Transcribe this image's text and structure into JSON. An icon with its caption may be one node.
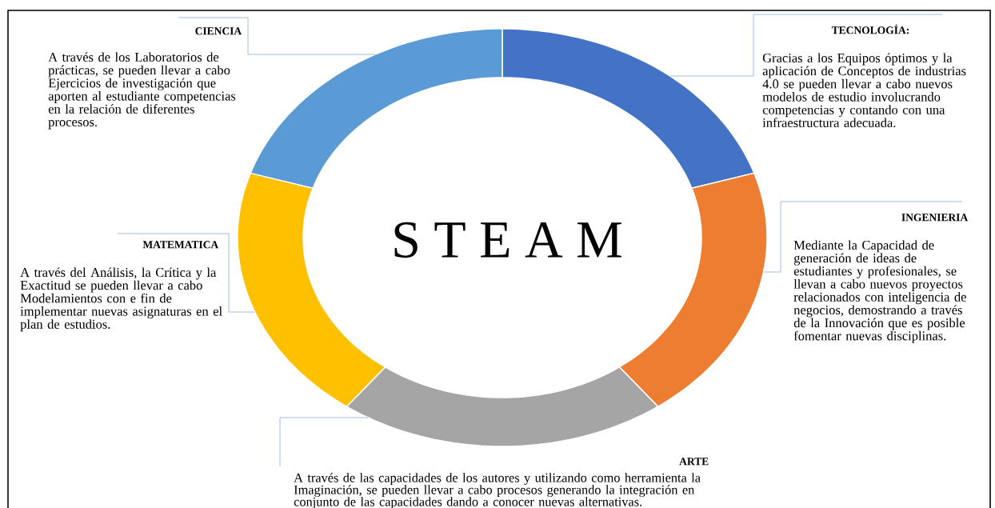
{
  "diagram": {
    "nodes": [
      {
        "text": [
          "CIENCIA",
          "A través de los Laboratorios de prácticas, se pueden llevar a cabo Ejercicios de investigación que aporten al estudiante competencias en la relación de diferentes procesos."
        ]
      },
      {
        "text": [
          "TECNOLOGÍA:",
          "Gracias a los Equipos óptimos y la aplicación de Conceptos de industrias 4.0 se pueden llevar a cabo nuevos modelos de estudio involucrando competencias y contando con una infraestructura adecuada."
        ]
      },
      {
        "text": [
          "INGENIERIA",
          "Mediante la Capacidad de generación de ideas de estudiantes y profesionales, se llevan a cabo nuevos proyectos relacionados con inteligencia de negocios, demostrando a través de la Innovación que es posible fomentar nuevas disciplinas."
        ]
      },
      {
        "text": [
          "MATEMATICA",
          "A través del Análisis, la Crítica y la Exactitud se pueden llevar a cabo Modelamientos con e fin de implementar nuevas asignaturas en el plan de estudios."
        ]
      },
      {
        "text": [
          "ARTE",
          "A través de las capacidades de los autores y utilizando como herramienta la Imaginación, se pueden llevar a cabo procesos generando la integración en conjunto de las capacidades dando a conocer nuevas alternativas."
        ]
      },
      {
        "text": [],
        "shape": "arc"
      },
      {
        "text": [],
        "shape": "arc"
      },
      {
        "text": [],
        "shape": "arc"
      },
      {
        "text": [],
        "shape": "arc"
      },
      {
        "text": [],
        "shape": "arc"
      }
    ],
    "edges": [
      {
        "from": 0,
        "to": 9,
        "arrow": "none"
      },
      {
        "from": 1,
        "to": 5,
        "arrow": "none"
      },
      {
        "from": 2,
        "to": 6,
        "arrow": "none"
      },
      {
        "from": 3,
        "to": 8,
        "arrow": "none"
      },
      {
        "from": 4,
        "to": 7,
        "arrow": "none"
      }
    ],
    "labels": [
      "S T E A M"
    ]
  }
}
